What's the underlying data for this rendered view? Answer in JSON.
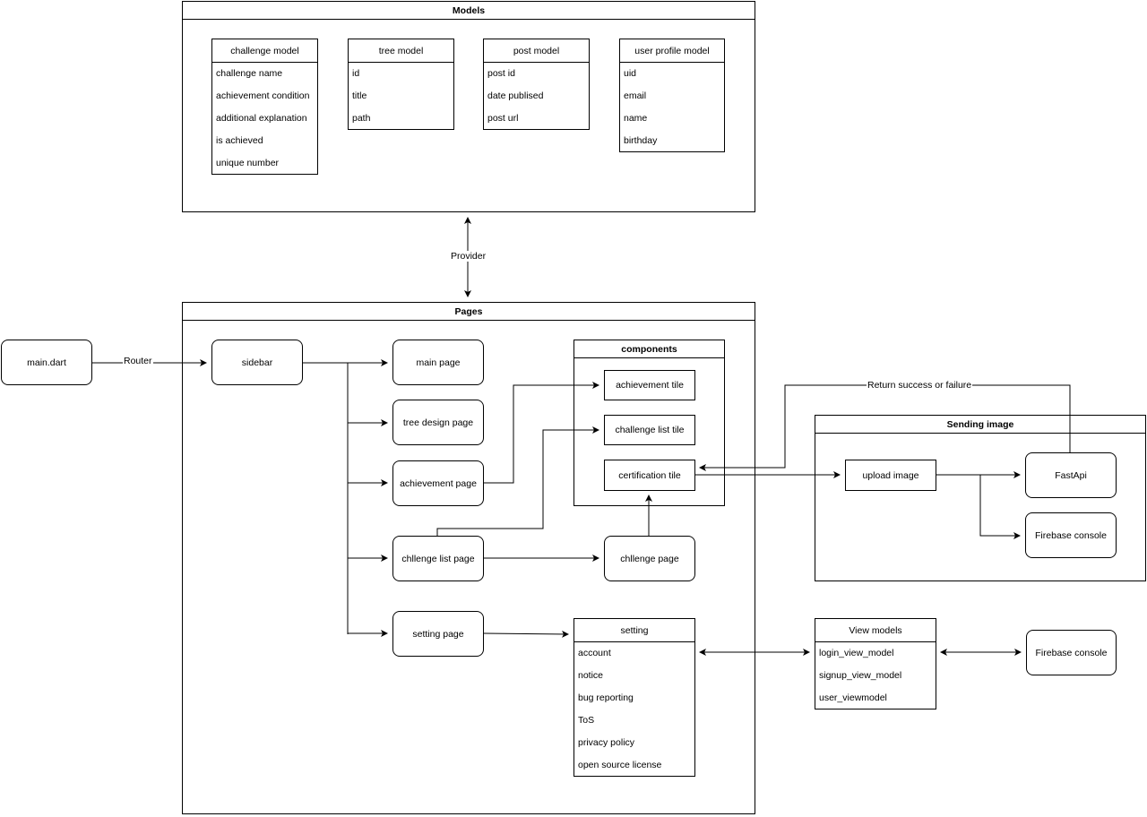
{
  "models": {
    "title": "Models",
    "challenge_model": {
      "title": "challenge model",
      "fields": [
        "challenge name",
        "achievement condition",
        "additional explanation",
        "is achieved",
        "unique number"
      ]
    },
    "tree_model": {
      "title": "tree model",
      "fields": [
        "id",
        "title",
        "path"
      ]
    },
    "post_model": {
      "title": "post model",
      "fields": [
        "post id",
        "date publised",
        "post url"
      ]
    },
    "user_profile_model": {
      "title": "user profile model",
      "fields": [
        "uid",
        "email",
        "name",
        "birthday"
      ]
    }
  },
  "provider_label": "Provider",
  "pages": {
    "title": "Pages",
    "sidebar": "sidebar",
    "main_page": "main page",
    "tree_design_page": "tree design page",
    "achievement_page": "achievement page",
    "challenge_list_page": "chllenge list page",
    "setting_page": "setting page",
    "challenge_page": "chllenge page",
    "components": {
      "title": "components",
      "achievement_tile": "achievement tile",
      "challenge_list_tile": "challenge list tile",
      "certification_tile": "certification tile"
    },
    "setting": {
      "title": "setting",
      "items": [
        "account",
        "notice",
        "bug reporting",
        "ToS",
        "privacy policy",
        "open source license"
      ]
    }
  },
  "main_dart": "main.dart",
  "router_label": "Router",
  "sending_image": {
    "title": "Sending image",
    "upload_image": "upload image",
    "fastapi": "FastApi",
    "firebase_console": "Firebase console"
  },
  "return_label": "Return success or failure",
  "view_models": {
    "title": "View models",
    "items": [
      "login_view_model",
      "signup_view_model",
      "user_viewmodel"
    ]
  },
  "firebase_console_2": "Firebase console"
}
